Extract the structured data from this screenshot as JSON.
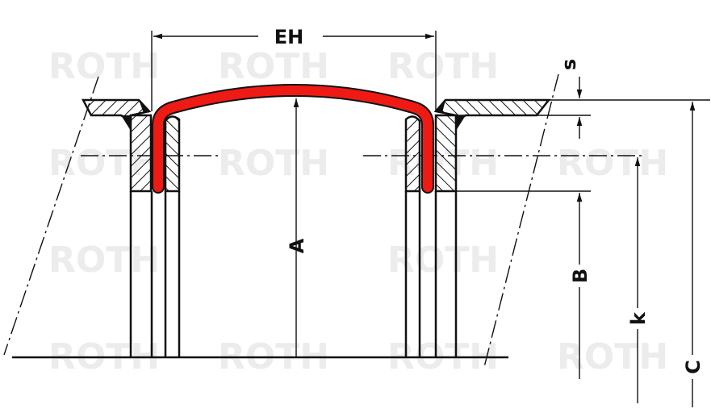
{
  "watermark": "ROTH",
  "labels": {
    "eh": "EH",
    "a": "A",
    "b": "B",
    "k": "k",
    "c": "C",
    "s": "s"
  },
  "colors": {
    "cap": "#ee1b14",
    "line": "#111111",
    "watermark": "#ececec"
  }
}
